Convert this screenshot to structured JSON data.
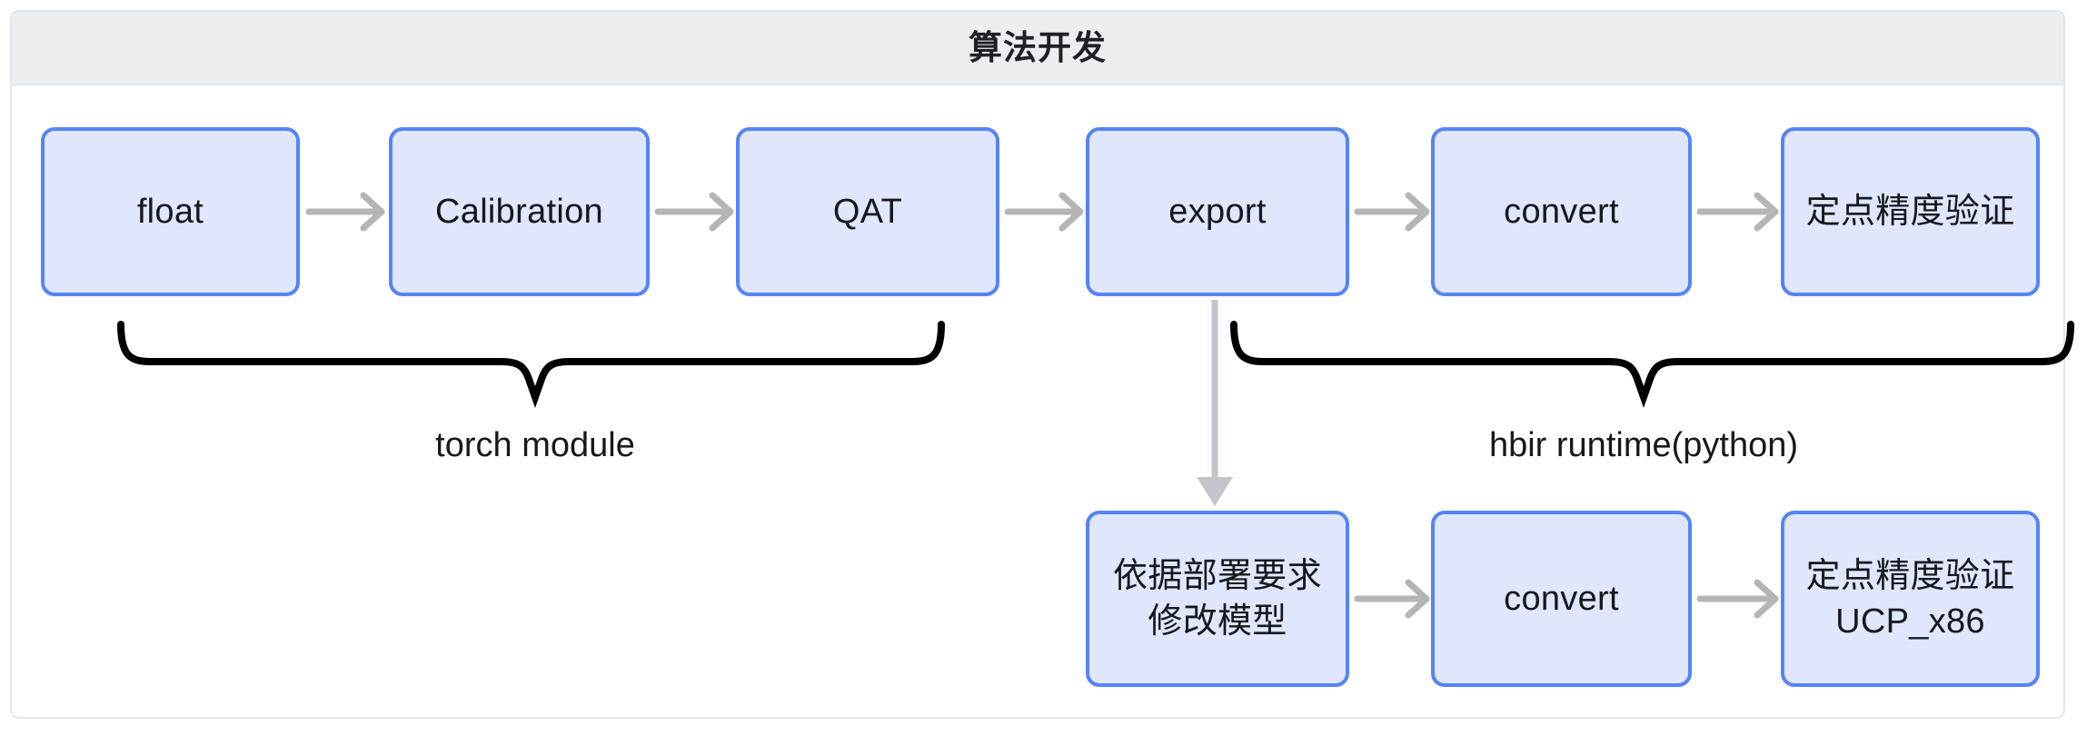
{
  "header": {
    "title": "算法开发"
  },
  "colors": {
    "node_fill": "#e0e6fc",
    "node_border": "#5584f5",
    "arrow": "#b5b5b5",
    "brace": "#000000",
    "header_bg": "#eceff1",
    "frame_border": "#e3e6e8",
    "text": "#16181b"
  },
  "flow": {
    "top_row": [
      {
        "id": "float",
        "label": "float"
      },
      {
        "id": "calibration",
        "label": "Calibration"
      },
      {
        "id": "qat",
        "label": "QAT"
      },
      {
        "id": "export",
        "label": "export"
      },
      {
        "id": "convert-top",
        "label": "convert"
      },
      {
        "id": "verify-top",
        "label": "定点精度验证"
      }
    ],
    "bottom_row": [
      {
        "id": "modify-model",
        "label": "依据部署要求\n修改模型"
      },
      {
        "id": "convert-bottom",
        "label": "convert"
      },
      {
        "id": "verify-ucp",
        "label": "定点精度验证\nUCP_x86"
      }
    ],
    "braces": [
      {
        "id": "torch-module",
        "label": "torch module"
      },
      {
        "id": "hbir-runtime",
        "label": "hbir runtime(python)"
      }
    ],
    "arrows": [
      {
        "id": "float-to-calibration",
        "direction": "right"
      },
      {
        "id": "calibration-to-qat",
        "direction": "right"
      },
      {
        "id": "qat-to-export",
        "direction": "right"
      },
      {
        "id": "export-to-convert-top",
        "direction": "right"
      },
      {
        "id": "convert-top-to-verify-top",
        "direction": "right"
      },
      {
        "id": "export-to-modify-model",
        "direction": "down"
      },
      {
        "id": "modify-model-to-convert",
        "direction": "right"
      },
      {
        "id": "convert-bottom-to-verify-ucp",
        "direction": "right"
      }
    ]
  }
}
